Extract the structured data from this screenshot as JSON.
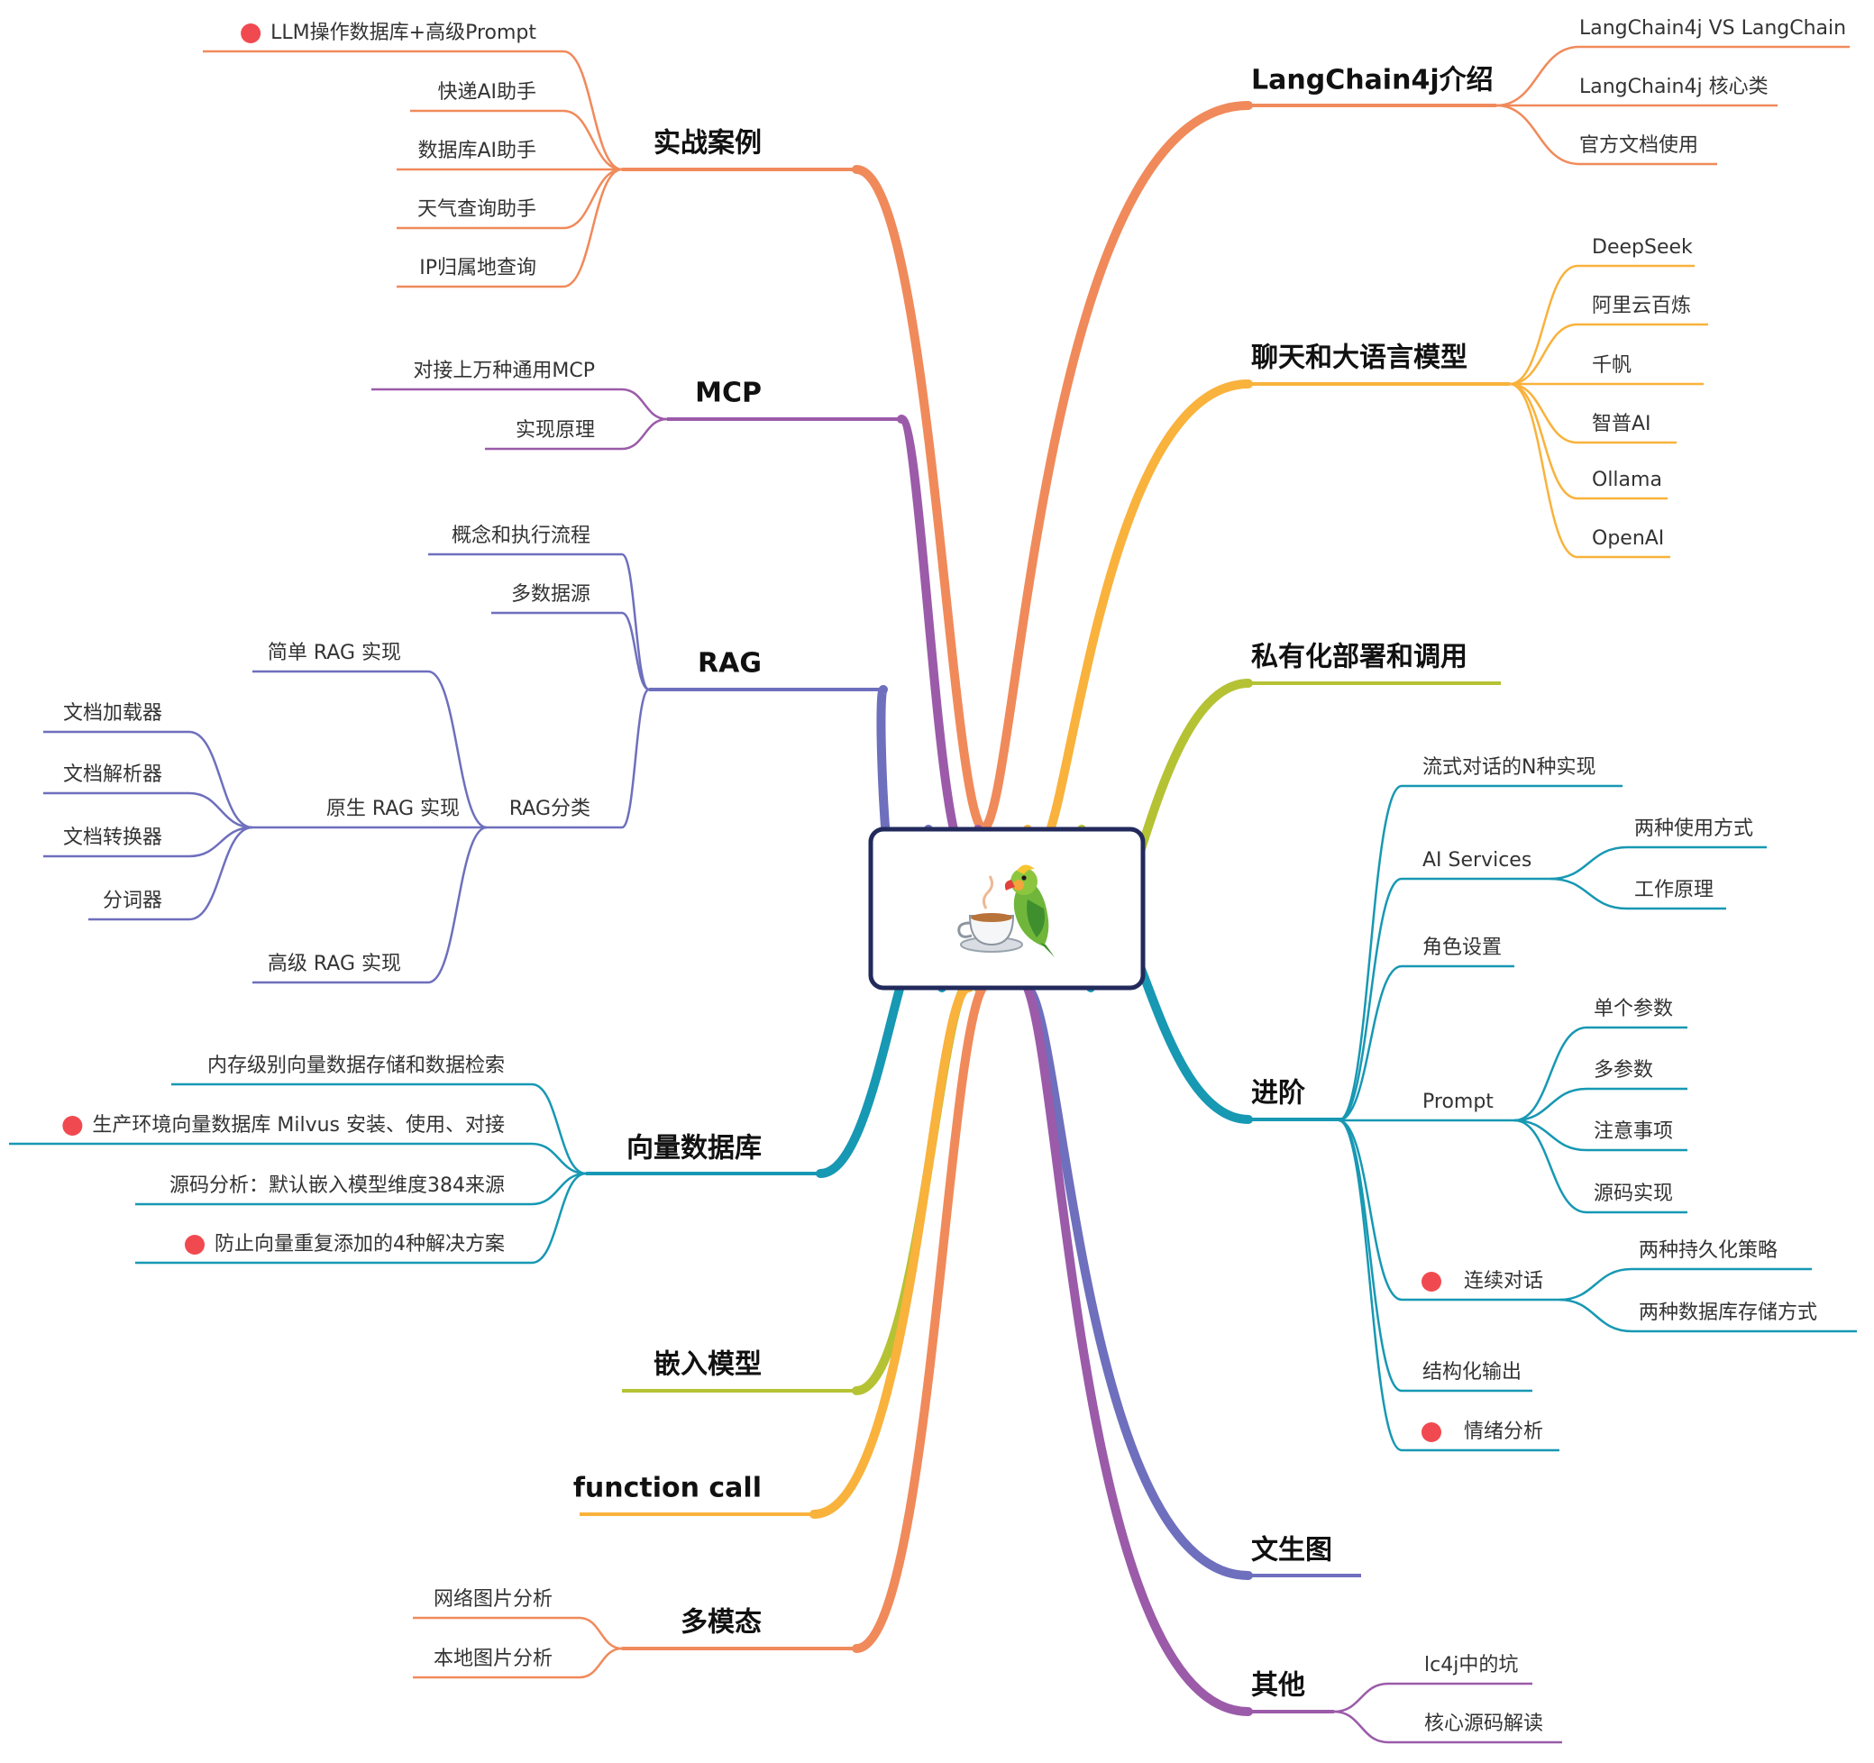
{
  "colors": {
    "orange": "#f08a5b",
    "amber": "#f9b23c",
    "olive": "#b5c234",
    "teal": "#1798b3",
    "indigo": "#6e6fbd",
    "purple": "#9b5ba9",
    "marker_red": "#f04a50",
    "center_border": "#222a5c"
  },
  "center": {
    "icon": "parrot-teacup-icon"
  },
  "right": [
    {
      "id": "intro",
      "label": "LangChain4j介绍",
      "color": "orange",
      "children": [
        {
          "label": "LangChain4j VS LangChain"
        },
        {
          "label": "LangChain4j 核心类"
        },
        {
          "label": "官方文档使用"
        }
      ]
    },
    {
      "id": "chat-models",
      "label": "聊天和大语言模型",
      "color": "amber",
      "children": [
        {
          "label": "DeepSeek"
        },
        {
          "label": "阿里云百炼"
        },
        {
          "label": "千帆"
        },
        {
          "label": "智普AI"
        },
        {
          "label": "Ollama"
        },
        {
          "label": "OpenAI"
        }
      ]
    },
    {
      "id": "private-deploy",
      "label": "私有化部署和调用",
      "color": "olive",
      "children": []
    },
    {
      "id": "advanced",
      "label": "进阶",
      "color": "teal",
      "children": [
        {
          "label": "流式对话的N种实现"
        },
        {
          "label": "AI Services",
          "children": [
            {
              "label": "两种使用方式"
            },
            {
              "label": "工作原理"
            }
          ]
        },
        {
          "label": "角色设置"
        },
        {
          "label": "Prompt",
          "children": [
            {
              "label": "单个参数"
            },
            {
              "label": "多参数"
            },
            {
              "label": "注意事项"
            },
            {
              "label": "源码实现"
            }
          ]
        },
        {
          "label": "连续对话",
          "marker": true,
          "children": [
            {
              "label": "两种持久化策略"
            },
            {
              "label": "两种数据库存储方式"
            }
          ]
        },
        {
          "label": "结构化输出"
        },
        {
          "label": "情绪分析",
          "marker": true
        }
      ]
    },
    {
      "id": "text-to-image",
      "label": "文生图",
      "color": "indigo",
      "children": []
    },
    {
      "id": "others",
      "label": "其他",
      "color": "purple",
      "children": [
        {
          "label": "lc4j中的坑"
        },
        {
          "label": "核心源码解读"
        }
      ]
    }
  ],
  "left": [
    {
      "id": "cases",
      "label": "实战案例",
      "color": "orange",
      "children": [
        {
          "label": "LLM操作数据库+高级Prompt",
          "marker": true
        },
        {
          "label": "快递AI助手"
        },
        {
          "label": "数据库AI助手"
        },
        {
          "label": "天气查询助手"
        },
        {
          "label": "IP归属地查询"
        }
      ]
    },
    {
      "id": "mcp",
      "label": "MCP",
      "color": "purple",
      "children": [
        {
          "label": "对接上万种通用MCP"
        },
        {
          "label": "实现原理"
        }
      ]
    },
    {
      "id": "rag",
      "label": "RAG",
      "color": "indigo",
      "children": [
        {
          "label": "概念和执行流程"
        },
        {
          "label": "多数据源"
        },
        {
          "label": "RAG分类",
          "children": [
            {
              "label": "简单 RAG 实现"
            },
            {
              "label": "原生 RAG 实现",
              "children": [
                {
                  "label": "文档加载器"
                },
                {
                  "label": "文档解析器"
                },
                {
                  "label": "文档转换器"
                },
                {
                  "label": "分词器"
                }
              ]
            },
            {
              "label": "高级 RAG 实现"
            }
          ]
        }
      ]
    },
    {
      "id": "vector-db",
      "label": "向量数据库",
      "color": "teal",
      "children": [
        {
          "label": "内存级别向量数据存储和数据检索"
        },
        {
          "label": "生产环境向量数据库 Milvus 安装、使用、对接",
          "marker": true
        },
        {
          "label": "源码分析：默认嵌入模型维度384来源"
        },
        {
          "label": "防止向量重复添加的4种解决方案",
          "marker": true
        }
      ]
    },
    {
      "id": "embedding",
      "label": "嵌入模型",
      "color": "olive",
      "children": []
    },
    {
      "id": "function-call",
      "label": "function call",
      "color": "amber",
      "children": []
    },
    {
      "id": "multimodal",
      "label": "多模态",
      "color": "orange",
      "children": [
        {
          "label": "网络图片分析"
        },
        {
          "label": "本地图片分析"
        }
      ]
    }
  ]
}
